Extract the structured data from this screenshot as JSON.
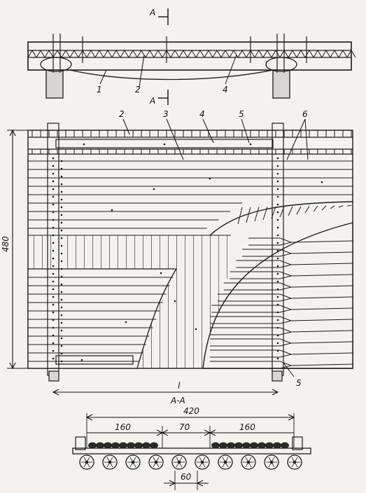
{
  "elevation": {
    "section_mark_top": "A",
    "section_mark_bottom": "A",
    "callouts": [
      "1",
      "2",
      "4"
    ]
  },
  "plan": {
    "callouts_top": [
      "2",
      "3",
      "4",
      "5",
      "6"
    ],
    "callout_bottom": "5",
    "height_dim": "480",
    "span_dim": "l"
  },
  "section": {
    "title": "A-A",
    "overall_dim": "420",
    "left_dim": "160",
    "middle_dim": "70",
    "right_dim": "160",
    "spacing_dim": "60"
  },
  "colors": {
    "ink": "#1a1a1a",
    "paper": "#f4f2ee",
    "grey": "#6f6f6f"
  }
}
